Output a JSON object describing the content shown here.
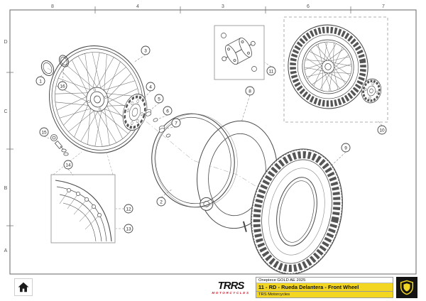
{
  "sheet": {
    "grid": {
      "top": [
        "8",
        "4",
        "3",
        "6",
        "7"
      ],
      "left": [
        "D",
        "C",
        "B",
        "A"
      ]
    }
  },
  "callouts": [
    {
      "n": "1"
    },
    {
      "n": "2"
    },
    {
      "n": "3"
    },
    {
      "n": "4"
    },
    {
      "n": "5"
    },
    {
      "n": "6"
    },
    {
      "n": "7"
    },
    {
      "n": "8"
    },
    {
      "n": "9"
    },
    {
      "n": "10"
    },
    {
      "n": "11"
    },
    {
      "n": "12"
    },
    {
      "n": "13"
    },
    {
      "n": "14"
    },
    {
      "n": "15"
    },
    {
      "n": "16"
    }
  ],
  "title_block": {
    "model": "Onepiece GOLD AE 2025",
    "part_title": "11 - RD - Rueda Delantera - Front Wheel",
    "company": "TRS Motorcycles",
    "brand": "TRRS",
    "brand_sub": "MOTORCYCLES"
  },
  "icons": {
    "home": "house",
    "brand_badge": "shield"
  },
  "colors": {
    "accent_yellow": "#F3D621",
    "brand_red": "#CE2030",
    "line_dark": "#4A4A4A"
  }
}
